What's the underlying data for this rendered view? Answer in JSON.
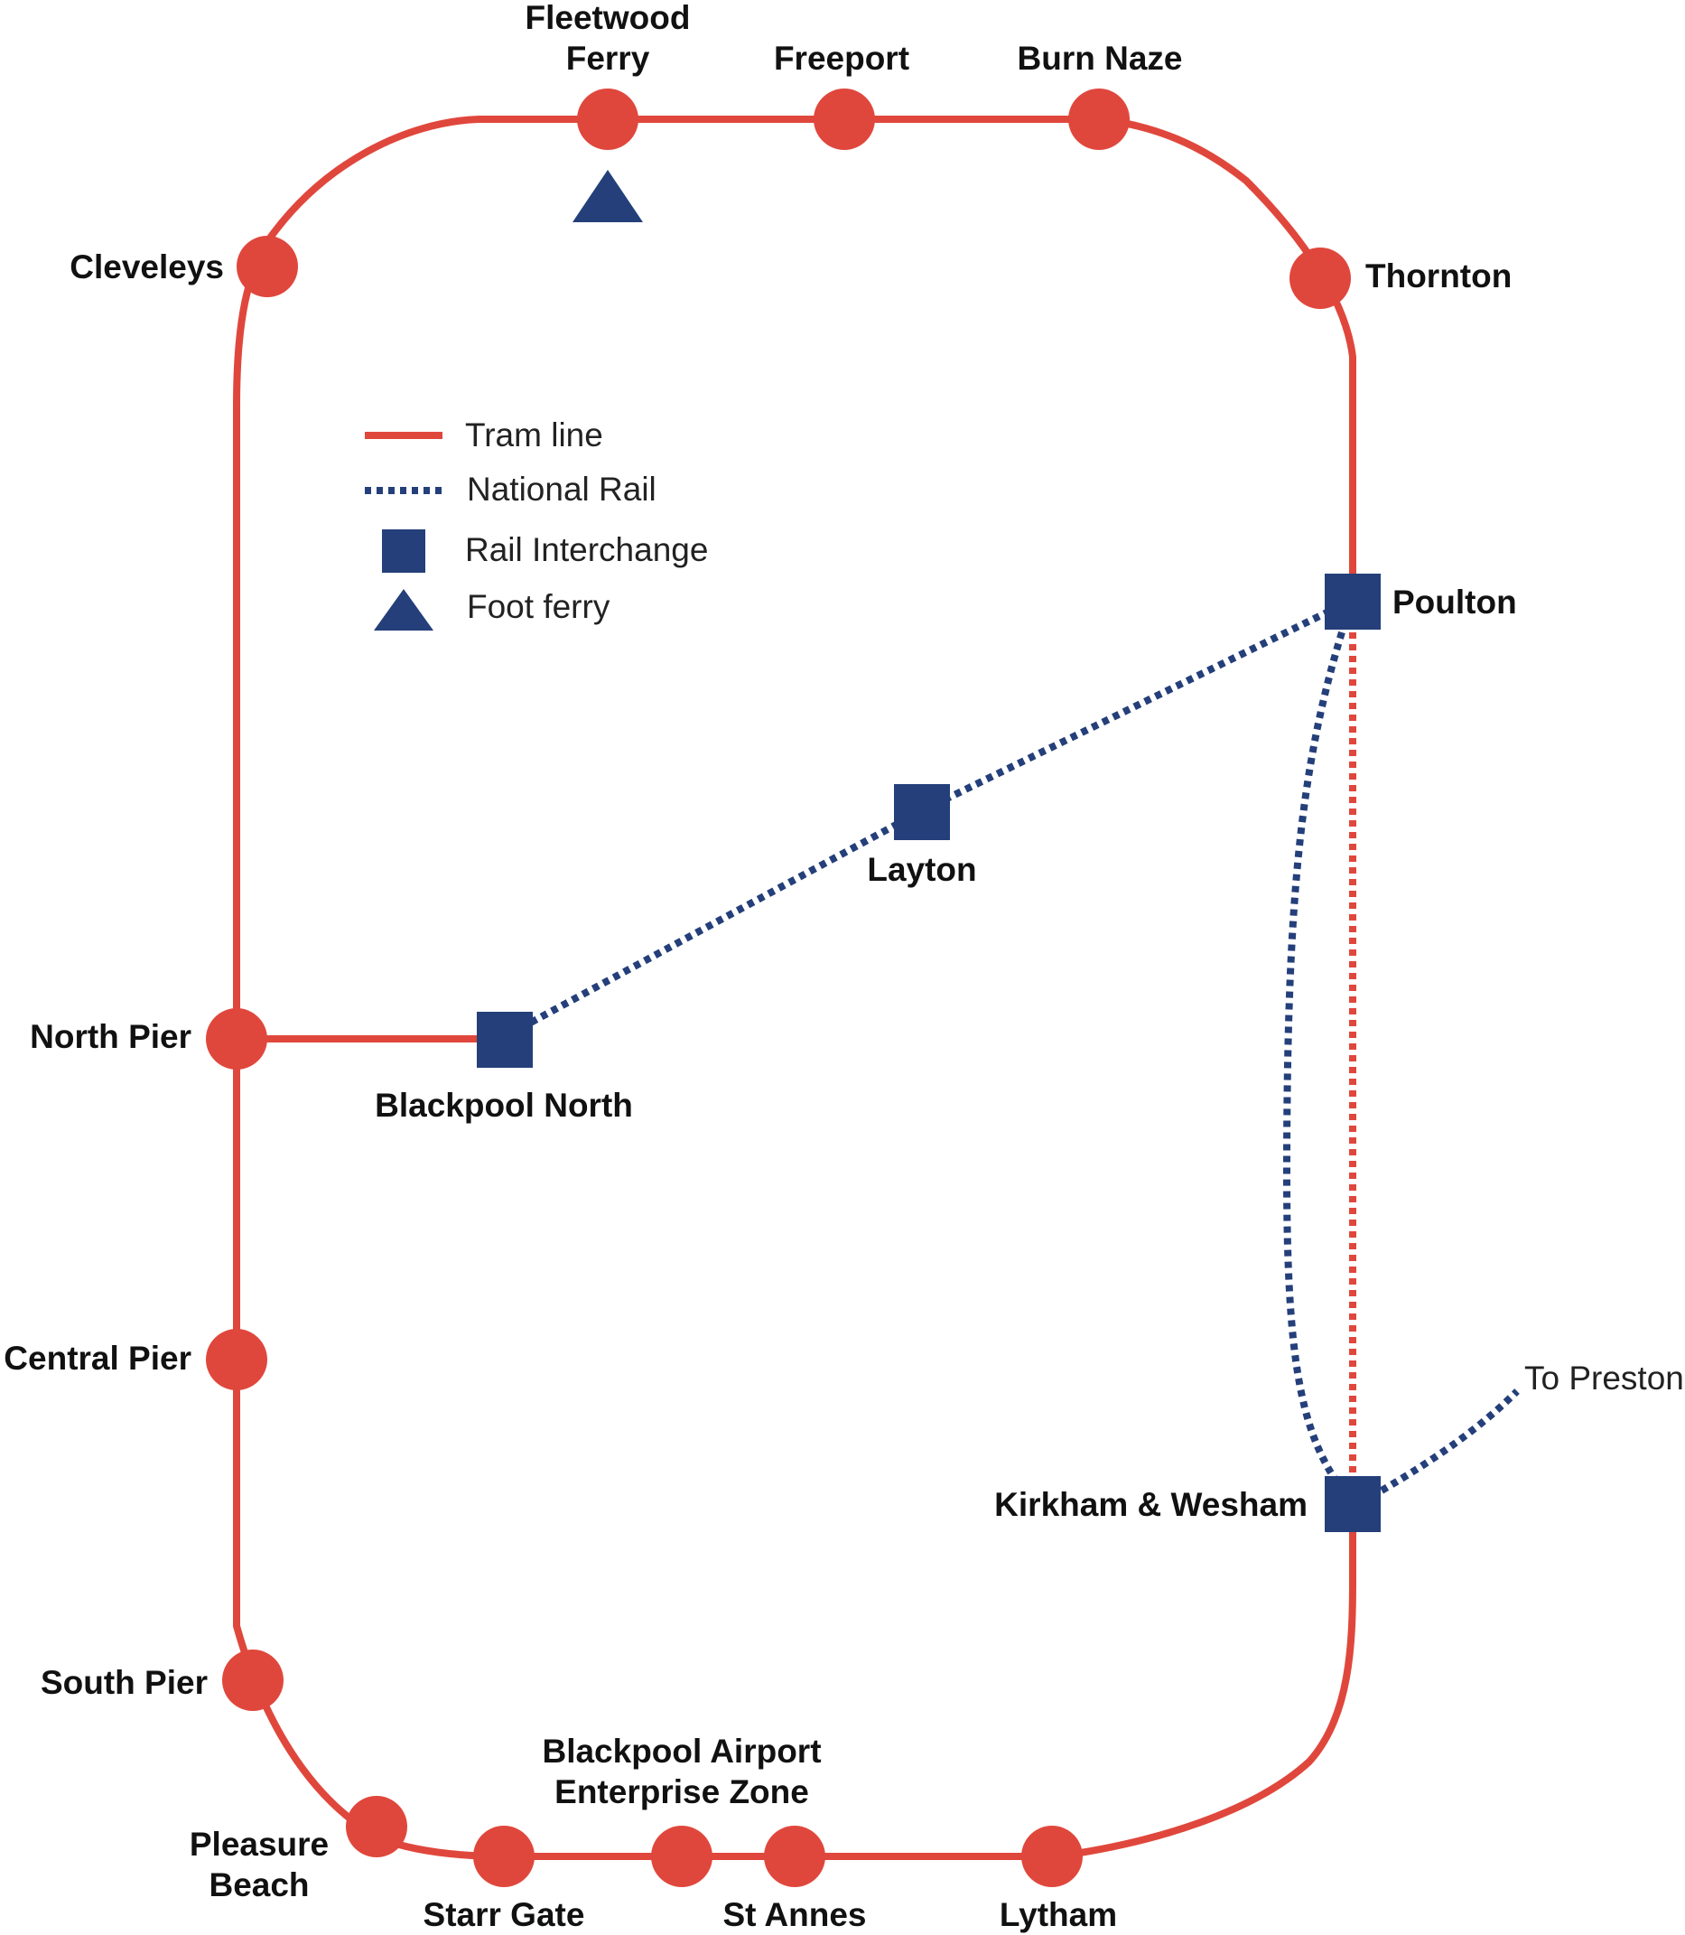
{
  "colors": {
    "tram": "#e0473c",
    "rail": "#243f7a"
  },
  "legend": {
    "tram_line": "Tram line",
    "national_rail": "National Rail",
    "rail_interchange": "Rail Interchange",
    "foot_ferry": "Foot ferry"
  },
  "stations": {
    "fleetwood_ferry_1": "Fleetwood",
    "fleetwood_ferry_2": "Ferry",
    "freeport": "Freeport",
    "burn_naze": "Burn Naze",
    "thornton": "Thornton",
    "cleveleys": "Cleveleys",
    "poulton": "Poulton",
    "layton": "Layton",
    "north_pier": "North Pier",
    "blackpool_north": "Blackpool North",
    "central_pier": "Central Pier",
    "kirkham_wesham": "Kirkham & Wesham",
    "south_pier": "South Pier",
    "airport_1": "Blackpool Airport",
    "airport_2": "Enterprise Zone",
    "pleasure_beach_1": "Pleasure",
    "pleasure_beach_2": "Beach",
    "starr_gate": "Starr Gate",
    "st_annes": "St Annes",
    "lytham": "Lytham"
  },
  "to_preston": "To Preston",
  "icons": {
    "tram_stop": "red-circle",
    "interchange": "blue-square",
    "ferry": "blue-triangle"
  }
}
